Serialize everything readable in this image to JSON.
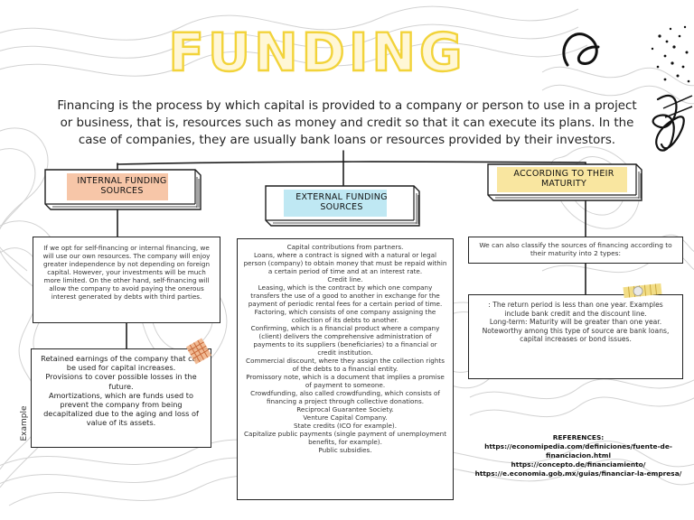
{
  "title": "FUNDING",
  "intro": "Financing is the process by which capital is provided to a company or person to use in a project or business, that is, resources such as money and credit so that it can execute its plans. In the case of companies, they are usually bank loans or resources provided by their investors.",
  "branches": [
    {
      "header": [
        "INTERNAL FUNDING",
        "SOURCES"
      ],
      "highlight": "#f7c6a8",
      "text": "If we opt for self-financing or internal financing, we will use our own resources. The company will enjoy greater independence by not depending on foreign capital. However, your investments will be much more limited. On the other hand, self-financing will allow the company to avoid paying the onerous interest generated by debts with third parties.",
      "example_label": "Example",
      "examples": [
        "Retained earnings of the company that can be used for capital increases.",
        "Provisions to cover possible losses in the future.",
        "Amortizations, which are funds used to prevent the company from being decapitalized due to the aging and loss of value of its assets."
      ]
    },
    {
      "header": [
        "EXTERNAL FUNDING",
        "SOURCES"
      ],
      "highlight": "#bfe8f3",
      "items": [
        "Capital contributions from partners.",
        "Loans, where a contract is signed with a natural or legal person (company) to obtain money that must be repaid within a certain period of time and at an interest rate.",
        "Credit line.",
        "Leasing, which is the contract by which one company transfers the use of a good to another in exchange for the payment of periodic rental fees for a certain period of time.",
        "Factoring, which consists of one company assigning the collection of its debts to another.",
        "Confirming, which is a financial product where a company (client) delivers the comprehensive administration of payments to its suppliers (beneficiaries) to a financial or credit institution.",
        "Commercial discount, where they assign the collection rights of the debts to a financial entity.",
        "Promissory note, which is a document that implies a promise of payment to someone.",
        "Crowdfunding, also called crowdfunding, which consists of financing a project through collective donations.",
        "Reciprocal Guarantee Society.",
        "Venture Capital Company.",
        "State credits (ICO for example).",
        "Capitalize public payments (single payment of unemployment benefits, for example).",
        "Public subsidies."
      ]
    },
    {
      "header": [
        "ACCORDING TO THEIR",
        "MATURITY"
      ],
      "highlight": "#f9e6a0",
      "text": "We can also classify the sources of financing according to their maturity into 2 types:",
      "types": [
        ": The return period is less than one year. Examples include bank credit and the discount line.",
        "Long-term: Maturity will be greater than one year. Noteworthy among this type of source are bank loans, capital increases or bond issues."
      ]
    }
  ],
  "references": {
    "heading": "REFERENCES:",
    "links": [
      "https://economipedia.com/definiciones/fuente-de-",
      "financiacion.html",
      "https://concepto.de/financiamiento/",
      "https://e.economia.gob.mx/guias/financiar-la-empresa/"
    ]
  },
  "colors": {
    "title_fill": "#fff7d6",
    "title_stroke": "#f2d33a",
    "ink": "#1e1e1e",
    "contour_lines": "#cfcfcf"
  }
}
